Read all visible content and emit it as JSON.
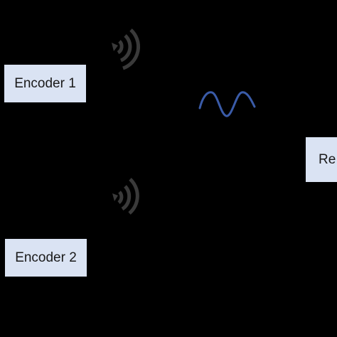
{
  "diagram": {
    "nodes": {
      "encoder1": {
        "label": "Encoder 1"
      },
      "encoder2": {
        "label": "Encoder 2"
      },
      "receiver": {
        "label": "Re"
      }
    },
    "icons": {
      "wireless_1": "wireless-signal-icon",
      "wireless_2": "wireless-signal-icon",
      "wave": "sine-wave-icon"
    },
    "colors": {
      "background": "#000000",
      "box_fill": "#dae3f3",
      "wireless_icon": "#3a3a3a",
      "wave": "#3a5ba8"
    }
  }
}
